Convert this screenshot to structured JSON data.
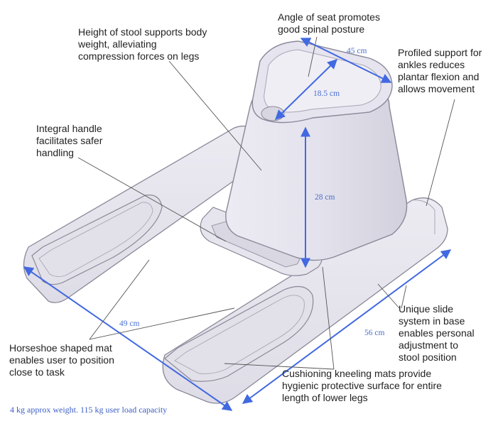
{
  "callouts": {
    "angle_of_seat": "Angle of seat promotes\ngood spinal posture",
    "height_of_stool": "Height of stool supports body\nweight, alleviating\ncompression forces on legs",
    "profiled_support": "Profiled support for\nankles reduces\nplantar flexion and\nallows movement",
    "integral_handle": "Integral handle\nfacilitates safer\nhandling",
    "unique_slide": "Unique slide\nsystem in base\nenables personal\nadjustment to\nstool position",
    "horseshoe_mat": "Horseshoe shaped mat\nenables user to position\nclose to task",
    "cushioning_mats": "Cushioning kneeling mats provide\nhygienic protective surface for entire\nlength of lower legs"
  },
  "dimensions": {
    "seat_length": "45 cm",
    "seat_width": "18.5 cm",
    "stool_height": "28 cm",
    "base_width": "49 cm",
    "mat_length": "56 cm"
  },
  "footer": "4 kg approx weight. 115 kg user load capacity",
  "colors": {
    "dimension_line": "#4169e1",
    "body_fill": "#e8e6ef",
    "outline": "#8a8898",
    "text": "#222222"
  }
}
